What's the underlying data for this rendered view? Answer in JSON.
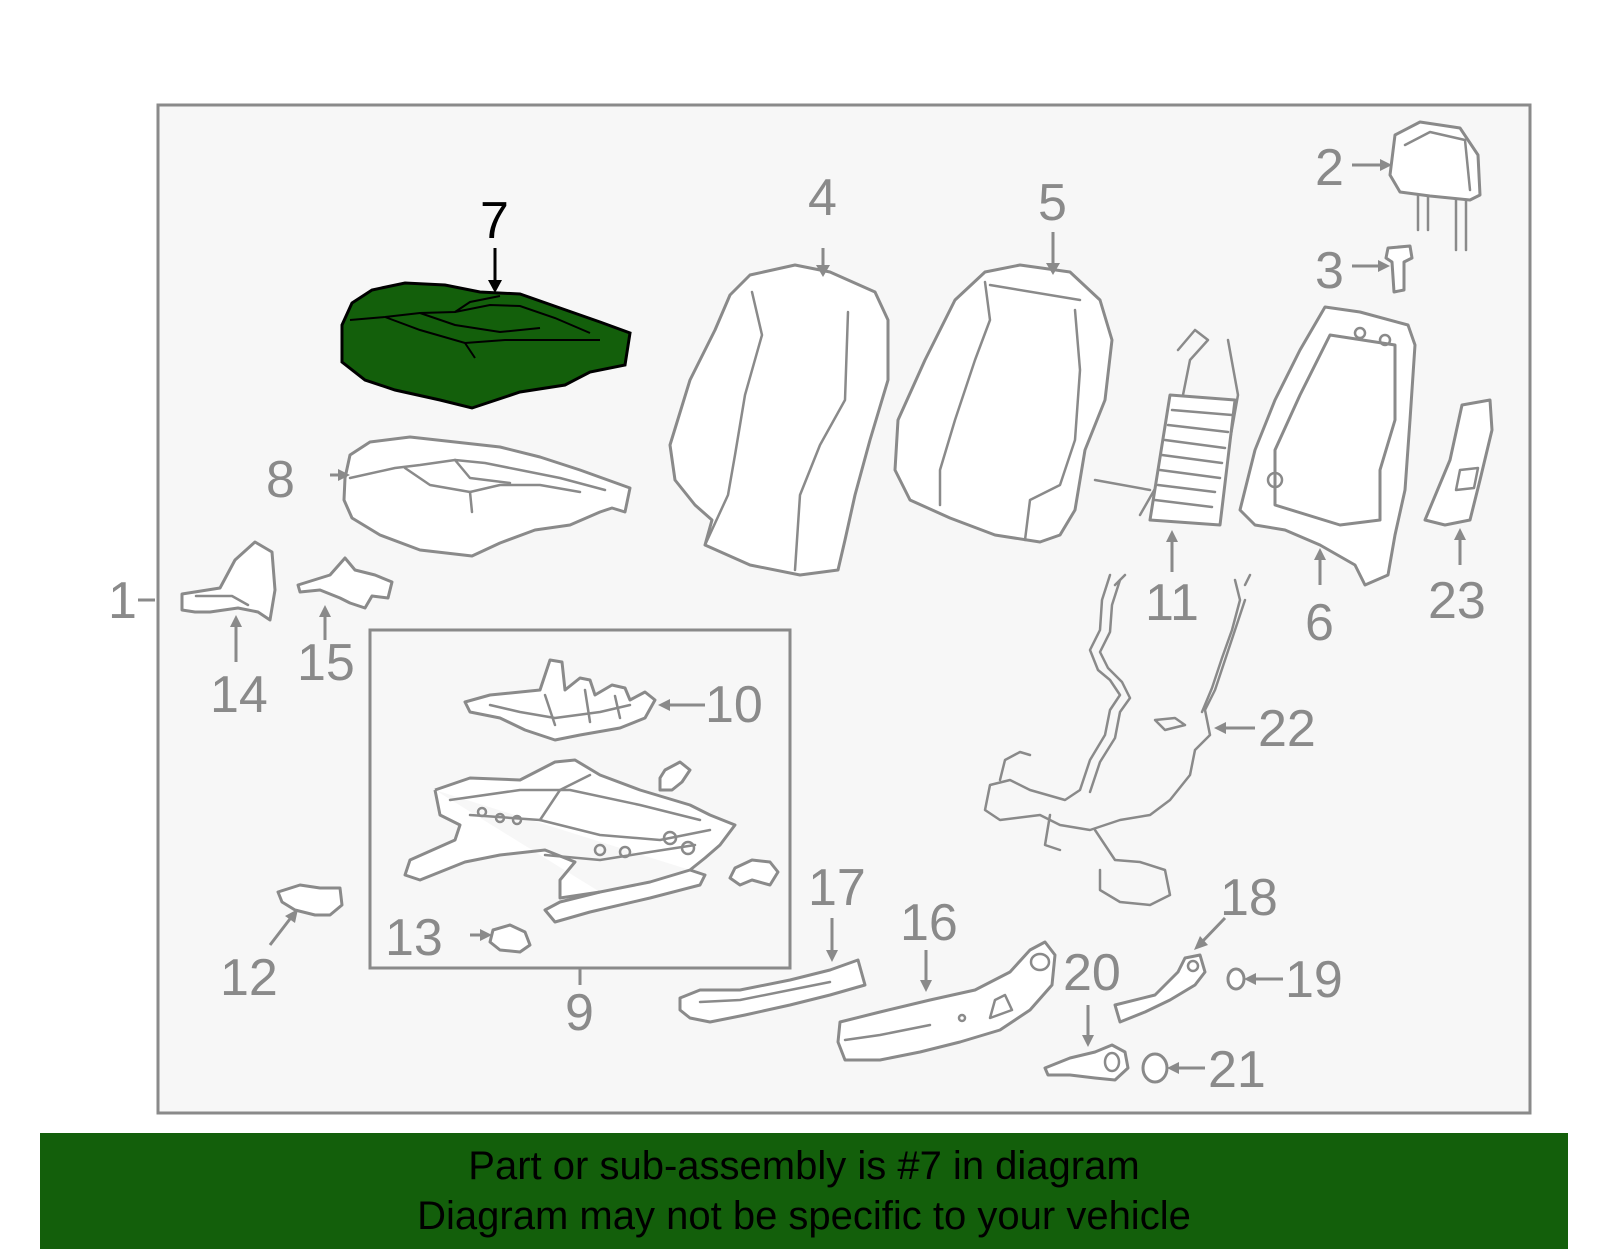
{
  "colors": {
    "highlight_fill": "#135f0b",
    "banner_bg": "#135f0b",
    "part_stroke": "#8a8a8a",
    "panel_bg": "#f7f7f7"
  },
  "callouts": {
    "c1": "1",
    "c2": "2",
    "c3": "3",
    "c4": "4",
    "c5": "5",
    "c6": "6",
    "c7": "7",
    "c8": "8",
    "c9": "9",
    "c10": "10",
    "c11": "11",
    "c12": "12",
    "c13": "13",
    "c14": "14",
    "c15": "15",
    "c16": "16",
    "c17": "17",
    "c18": "18",
    "c19": "19",
    "c20": "20",
    "c21": "21",
    "c22": "22",
    "c23": "23"
  },
  "highlighted_part": "7",
  "banner": {
    "line1": "Part or sub-assembly is #7 in diagram",
    "line2": "Diagram may not be specific to your vehicle"
  }
}
